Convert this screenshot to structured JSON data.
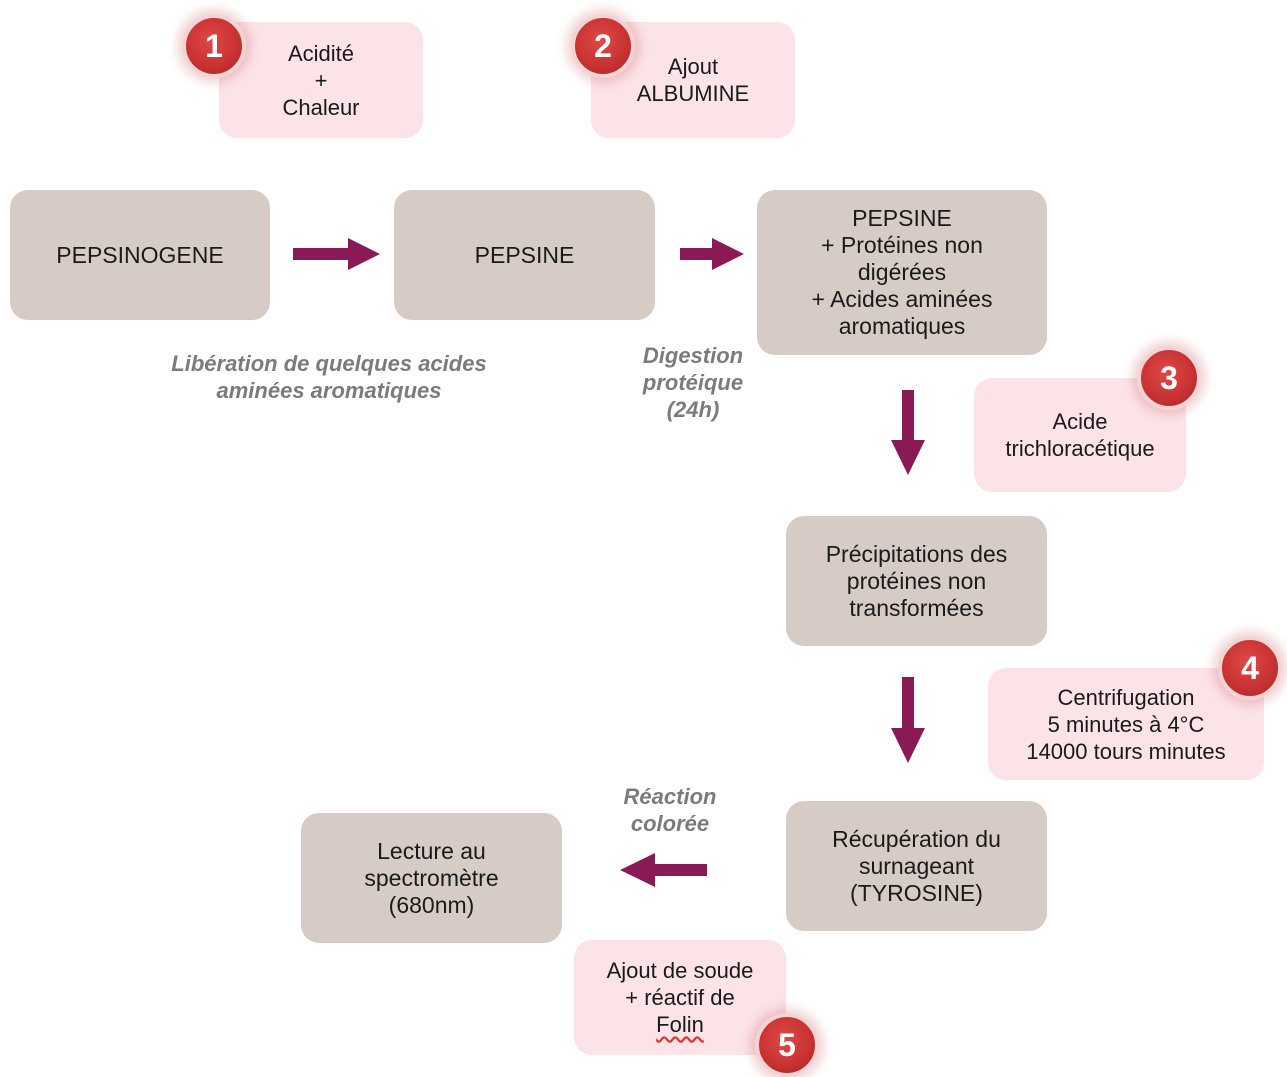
{
  "steps": {
    "pepsinogene": "PEPSINOGENE",
    "pepsine": "PEPSINE",
    "pepsine_mix": "PEPSINE\n+ Protéines non\ndigérées\n+ Acides aminées\naromatiques",
    "precipitations": "Précipitations des\nprotéines non\ntransformées",
    "recuperation": "Récupération du\nsurnageant\n(TYROSINE)",
    "lecture": "Lecture au\nspectromètre\n(680nm)"
  },
  "conditions": [
    {
      "number": "1",
      "text": "Acidité\n+\nChaleur"
    },
    {
      "number": "2",
      "text": "Ajout\nALBUMINE"
    },
    {
      "number": "3",
      "text": "Acide\ntrichloracétique"
    },
    {
      "number": "4",
      "text": "Centrifugation\n5 minutes à 4°C\n14000 tours minutes"
    },
    {
      "number": "5",
      "text": "Ajout de soude\n+ réactif de",
      "text_last": "Folin"
    }
  ],
  "labels": {
    "liberation": "Libération  de quelques acides\naminées aromatiques",
    "digestion": "Digestion\nprotéique\n(24h)",
    "reaction": "Réaction\ncolorée"
  },
  "colors": {
    "arrow": "#8a1a55",
    "step_box": "#d7cbc6",
    "condition_box": "#fbe3e8",
    "badge": "#c93333",
    "label_text": "#7b7b7b"
  }
}
